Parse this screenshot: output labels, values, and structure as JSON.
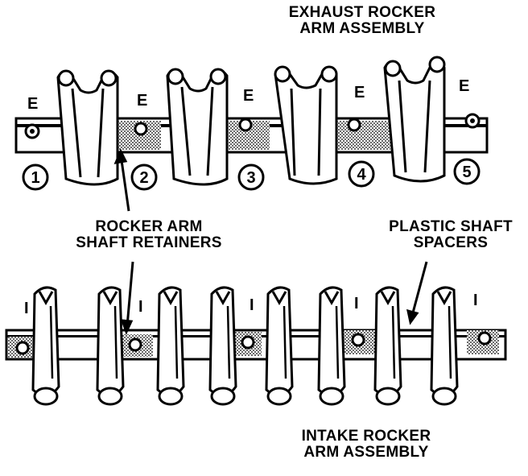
{
  "labels": {
    "exhaust_line1": "EXHAUST ROCKER",
    "exhaust_line2": "ARM ASSEMBLY",
    "retainers_line1": "ROCKER ARM",
    "retainers_line2": "SHAFT RETAINERS",
    "spacers_line1": "PLASTIC SHAFT",
    "spacers_line2": "SPACERS",
    "intake_line1": "INTAKE ROCKER",
    "intake_line2": "ARM ASSEMBLY"
  },
  "exhaust_marks": [
    "E",
    "E",
    "E",
    "E",
    "E"
  ],
  "intake_marks": [
    "I",
    "I",
    "I",
    "I",
    "I"
  ],
  "cylinders": [
    "1",
    "2",
    "3",
    "4",
    "5"
  ]
}
